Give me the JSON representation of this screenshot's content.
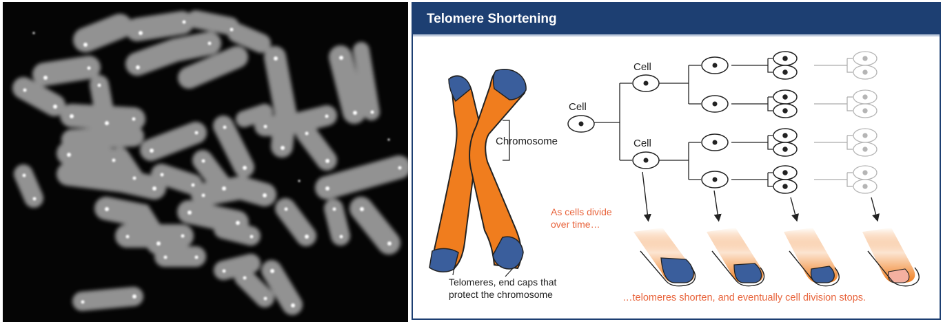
{
  "micrograph": {
    "description_icon": "chromosome-micrograph"
  },
  "panel": {
    "title": "Telomere Shortening",
    "header_color": "#1d3f72"
  },
  "labels": {
    "cell_root": "Cell",
    "cell_top": "Cell",
    "cell_bottom": "Cell",
    "chromosome": "Chromosome",
    "telomeres_line1": "Telomeres, end caps that",
    "telomeres_line2": "protect the chromosome",
    "divide_line1": "As cells divide",
    "divide_line2": "over time…",
    "shorten": "…telomeres shorten, and eventually cell division stops."
  },
  "colors": {
    "chromosome_orange": "#f07d1e",
    "telomere_blue": "#3a5e9c",
    "accent_text": "#e8643c",
    "faded_telomere": "#f4b0a0"
  }
}
